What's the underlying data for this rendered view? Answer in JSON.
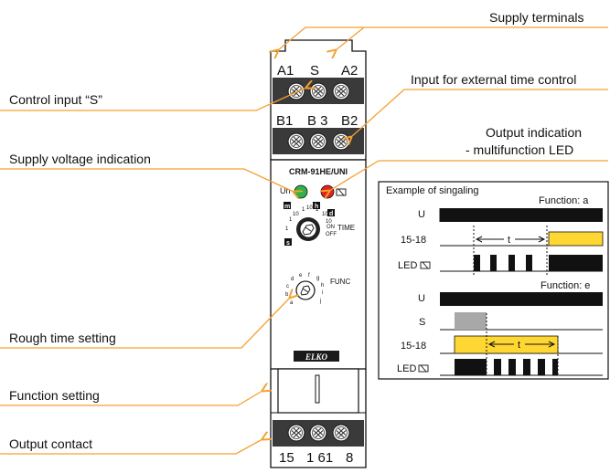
{
  "callouts": {
    "supply_terminals": "Supply terminals",
    "input_external_time": "Input for external time control",
    "output_indication_1": "Output indication",
    "output_indication_2": "- multifunction LED",
    "control_input": "Control input “S”",
    "supply_voltage": "Supply voltage indication",
    "rough_time": "Rough time setting",
    "function_setting": "Function setting",
    "output_contact": "Output contact"
  },
  "device": {
    "top_terminals": [
      "A1",
      "S",
      "A2"
    ],
    "mid_terminals": [
      "B1",
      "B 3",
      "B2"
    ],
    "bottom_terminals": [
      "15",
      "1 61",
      "8"
    ],
    "model": "CRM-91HE/UNI",
    "un_label": "Un",
    "time_label": "TIME",
    "func_label": "FUNC",
    "on_label": "ON",
    "off_label": "OFF",
    "brand": "ELKO",
    "time_scale": [
      "1",
      "10",
      "1",
      "10",
      "1",
      "10",
      "1",
      "10"
    ],
    "func_scale": [
      "a",
      "b",
      "c",
      "d",
      "e",
      "f",
      "g",
      "h",
      "i",
      "j"
    ],
    "unit_markers": [
      "m",
      "h",
      "d",
      "s"
    ]
  },
  "colors": {
    "accent": "#F5A030",
    "led_green": "#2DB34A",
    "led_red": "#E32222",
    "yellow": "#FFD733",
    "gray": "#A8A8A8"
  },
  "timing": {
    "title": "Example of singaling",
    "function_a": "Function: a",
    "function_e": "Function: e",
    "rows_a": [
      "U",
      "15-18",
      "LED"
    ],
    "rows_e": [
      "U",
      "S",
      "15-18",
      "LED"
    ],
    "t_label": "t"
  }
}
